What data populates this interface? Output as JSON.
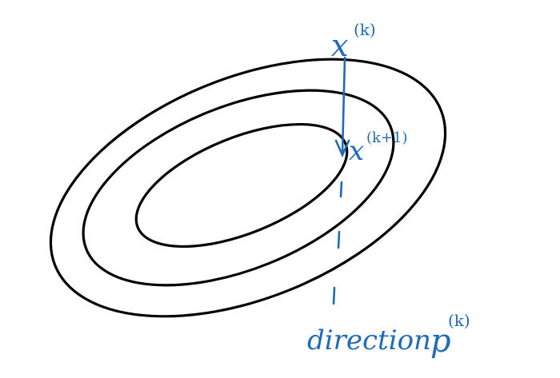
{
  "diagram": {
    "colors": {
      "contour": "#000000",
      "ink": "#1f6bb8",
      "background": "#ffffff"
    },
    "contours": [
      "outer-contour",
      "middle-contour",
      "inner-contour"
    ],
    "labels": {
      "x_k": "x",
      "x_k_sup": "(k)",
      "x_k1": "x",
      "x_k1_sup": "(k+1)",
      "direction_word": "direction",
      "p": "p",
      "p_sup": "(k)"
    }
  }
}
